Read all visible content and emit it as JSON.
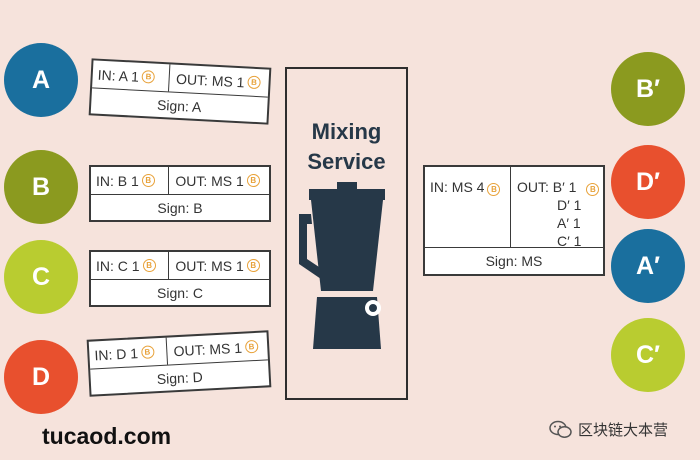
{
  "mixer": {
    "title_line1": "Mixing",
    "title_line2": "Service"
  },
  "inputs": [
    {
      "node": "A",
      "color": "#1a6f9e",
      "in": "IN: A 1",
      "out": "OUT: MS 1",
      "sign": "Sign: A"
    },
    {
      "node": "B",
      "color": "#8b9a1f",
      "in": "IN: B 1",
      "out": "OUT: MS 1",
      "sign": "Sign: B"
    },
    {
      "node": "C",
      "color": "#b9cc30",
      "in": "IN: C 1",
      "out": "OUT: MS 1",
      "sign": "Sign: C"
    },
    {
      "node": "D",
      "color": "#e8502e",
      "in": "IN: D 1",
      "out": "OUT: MS 1",
      "sign": "Sign: D"
    }
  ],
  "output_tx": {
    "in": "IN: MS 4",
    "out_lines": [
      "OUT: B′ 1",
      "D′ 1",
      "A′ 1",
      "C′ 1"
    ],
    "sign": "Sign: MS"
  },
  "outputs": [
    {
      "node": "B′",
      "color": "#8b9a1f"
    },
    {
      "node": "D′",
      "color": "#e8502e"
    },
    {
      "node": "A′",
      "color": "#1a6f9e"
    },
    {
      "node": "C′",
      "color": "#b9cc30"
    }
  ],
  "coin_symbol": "B",
  "site_label": "tucaod.com",
  "watermark": "区块链大本营"
}
